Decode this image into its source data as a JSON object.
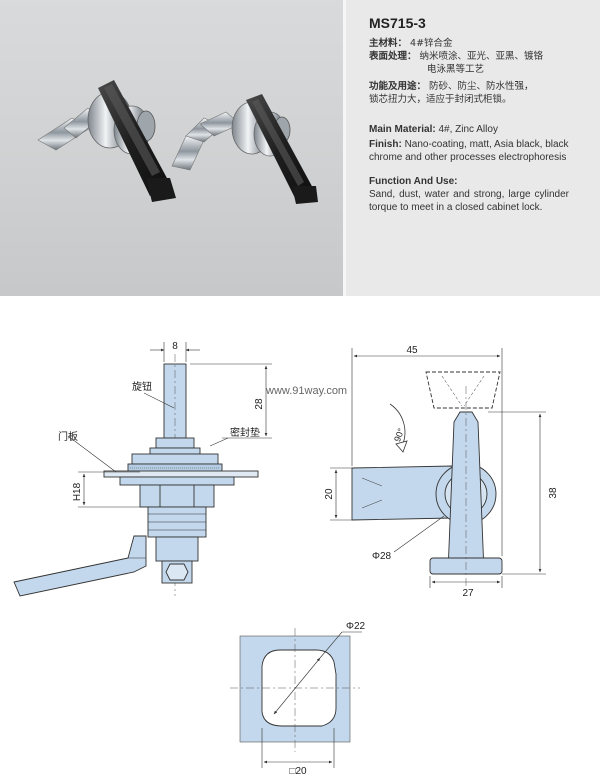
{
  "model": "MS715-3",
  "cn": {
    "material_label": "主材料：",
    "material_value": "4#锌合金",
    "finish_label": "表面处理：",
    "finish_value_1": "纳米喷涂、亚光、亚黑、镀铬",
    "finish_value_2": "电泳黑等工艺",
    "function_label": "功能及用途：",
    "function_value_1": "防砂、防尘、防水性强，",
    "function_value_2": "锁芯扭力大，适应于封闭式柜锁。"
  },
  "en": {
    "material_label": "Main Material:",
    "material_value": "4#, Zinc Alloy",
    "finish_label": "Finish:",
    "finish_value": "Nano-coating, matt, Asia black, black chrome and other processes electrophoresis",
    "function_label": "Function And Use:",
    "function_value": "Sand, dust, water and strong, large cylinder torque to meet in a closed cabinet lock."
  },
  "watermark": "www.91way.com",
  "side_view": {
    "dim_width": "8",
    "dim_height": "28",
    "dim_thread": "H18",
    "label_knob": "旋钮",
    "label_seal": "密封垫",
    "label_door": "门板"
  },
  "front_view": {
    "dim_top": "45",
    "dim_left": "20",
    "dim_right": "38",
    "dim_bottom": "27",
    "dim_diameter": "Φ28",
    "rotation": "90°"
  },
  "cutout": {
    "dim_diameter": "Φ22",
    "dim_square": "□20"
  },
  "colors": {
    "drawing_fill": "#c3d8ec",
    "line": "#333333",
    "info_bg": "#e9e9e9",
    "handle": "#2a2a2a"
  }
}
